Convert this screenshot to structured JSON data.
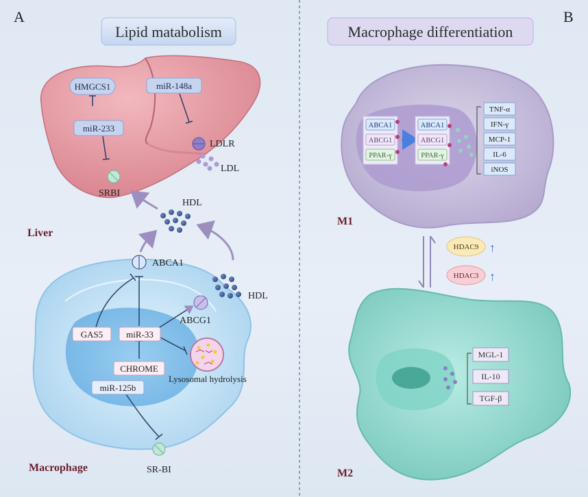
{
  "panels": {
    "a": {
      "letter": "A",
      "title": "Lipid matabolism",
      "liver_label": "Liver",
      "macrophage_label": "Macrophage",
      "nodes": {
        "hmgcs1": "HMGCS1",
        "mir233": "miR-233",
        "mir148a": "miR-148a",
        "ldlr": "LDLR",
        "ldl": "LDL",
        "srbi_liver": "SRBI",
        "hdl_top": "HDL",
        "abca1": "ABCA1",
        "abcg1": "ABCG1",
        "hdl_right": "HDL",
        "gas5": "GAS5",
        "mir33": "miR-33",
        "chrome": "CHROME",
        "mir125b": "miR-125b",
        "lysosomal": "Lysosomal hydrolysis",
        "srbi_mac": "SR-BI"
      }
    },
    "b": {
      "letter": "B",
      "title": "Macrophage differentiation",
      "m1_label": "M1",
      "m2_label": "M2",
      "m1_left": [
        "ABCA1",
        "ABCG1",
        "PPAR-γ"
      ],
      "m1_mid": [
        "ABCA1",
        "ABCG1",
        "PPAR-γ"
      ],
      "m1_cytokines": [
        "TNF-α",
        "IFN-γ",
        "MCP-1",
        "IL-6",
        "iNOS"
      ],
      "hdac9": "HDAC9",
      "hdac3": "HDAC3",
      "up_arrow": "↑",
      "m2_markers": [
        "MGL-1",
        "IL-10",
        "TGF-β"
      ]
    }
  },
  "colors": {
    "liver": "#e39aa3",
    "liver_dark": "#c97582",
    "m1_cell": "#c7bddb",
    "m2_cell": "#8fd6cc",
    "mac_cell": "#b9dcf2",
    "arrow": "#9c8fc0",
    "inhibit": "#2c3e66",
    "dark_red": "#6b1e2b"
  }
}
